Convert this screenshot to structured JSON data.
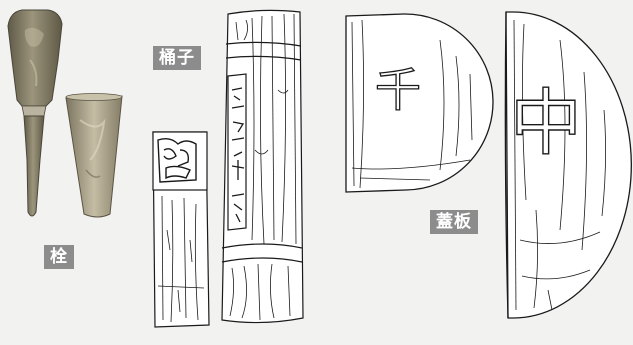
{
  "labels": {
    "plug": "栓",
    "bucket": "桶子",
    "lid": "蓋板"
  },
  "carvings": {
    "lid_left_char": "千",
    "lid_right_char": "中"
  },
  "colors": {
    "background": "#f2f2f1",
    "tag_background": "#8c8c8c",
    "tag_text": "#ffffff",
    "line_art": "#1a1a1a",
    "plug_photo": "#8a8268"
  }
}
